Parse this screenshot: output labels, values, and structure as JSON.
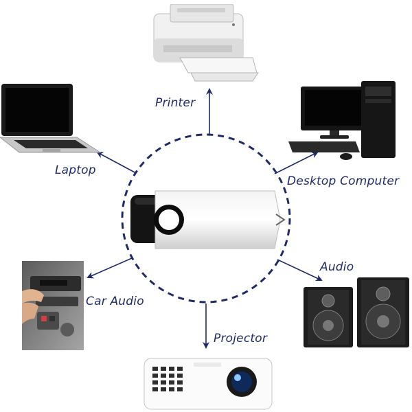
{
  "devices": {
    "printer": {
      "label": "Printer",
      "icon": "printer-icon"
    },
    "laptop": {
      "label": "Laptop",
      "icon": "laptop-icon"
    },
    "desktop": {
      "label": "Desktop Computer",
      "icon": "desktop-computer-icon"
    },
    "car_audio": {
      "label": "Car Audio",
      "icon": "car-audio-icon"
    },
    "audio": {
      "label": "Audio",
      "icon": "speakers-icon"
    },
    "projector": {
      "label": "Projector",
      "icon": "projector-icon"
    }
  },
  "center": {
    "icon": "usb-flash-drive-icon"
  },
  "colors": {
    "accent": "#1f2a6b",
    "circle": "#1f2a6b"
  }
}
